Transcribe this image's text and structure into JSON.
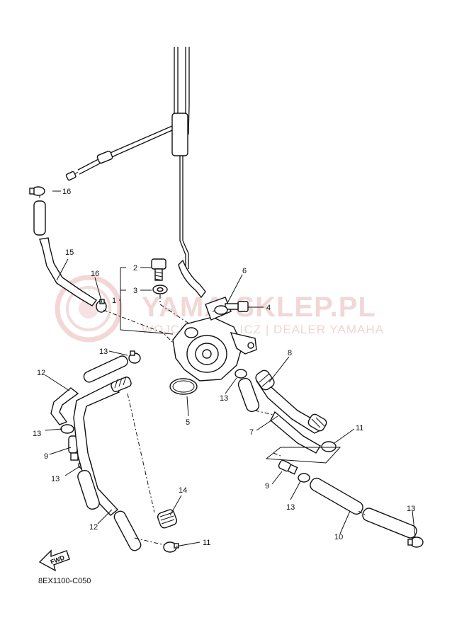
{
  "watermark": {
    "brand": "YAMA-SKLEP.PL",
    "subtitle": "WOJCIECH ......ICZ | DEALER YAMAHA"
  },
  "diagram_code": "8EX1100-C050",
  "fwd_label": "FWD",
  "callouts": {
    "c1": "1",
    "c2": "2",
    "c3": "3",
    "c4": "4",
    "c5": "5",
    "c6": "6",
    "c7": "7",
    "c8": "8",
    "c9a": "9",
    "c9b": "9",
    "c10": "10",
    "c11a": "11",
    "c11b": "11",
    "c12a": "12",
    "c12b": "12",
    "c13a": "13",
    "c13b": "13",
    "c13c": "13",
    "c13d": "13",
    "c13e": "13",
    "c13f": "13",
    "c14": "14",
    "c15": "15",
    "c16a": "16",
    "c16b": "16"
  }
}
